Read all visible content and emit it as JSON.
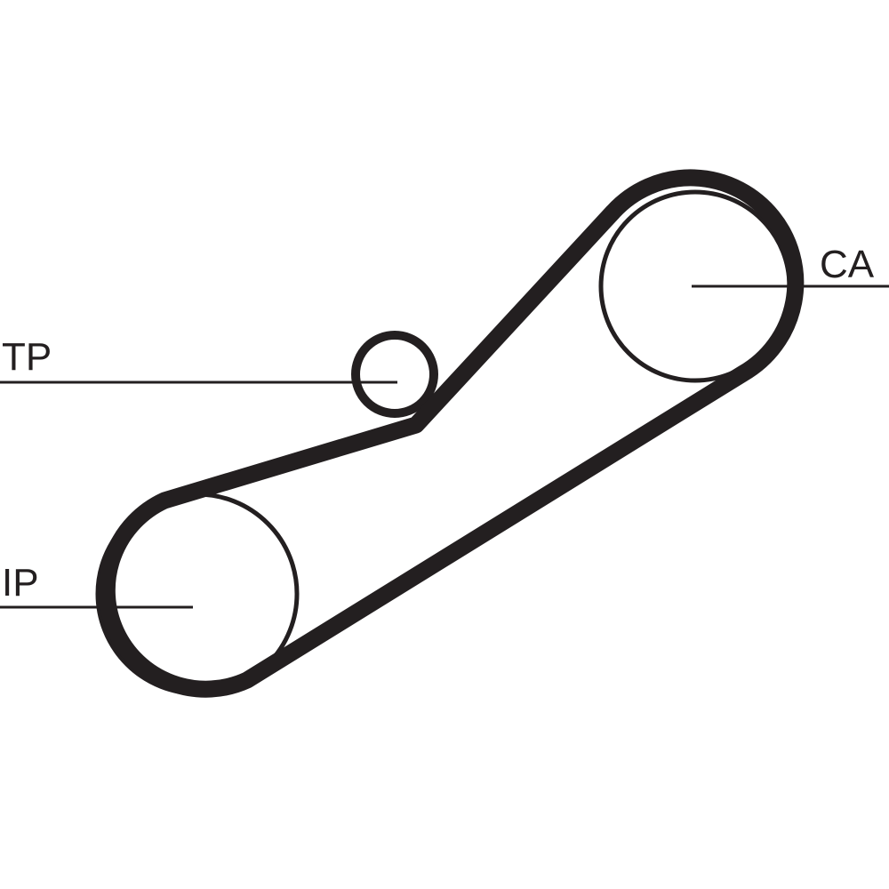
{
  "labels": {
    "ca": "CA",
    "tp": "TP",
    "ip": "IP"
  },
  "colors": {
    "ink": "#231f20",
    "background": "#ffffff"
  }
}
